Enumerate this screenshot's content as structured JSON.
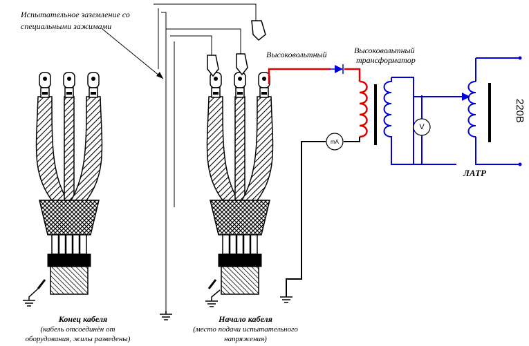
{
  "labels": {
    "grounding_line1": "Испытательное заземление со",
    "grounding_line2": "специальными зажимами",
    "hv_wire": "Высоковольтный",
    "hv_transformer_line1": "Высоковольтный",
    "hv_transformer_line2": "трансформатор",
    "latr": "ЛАТР",
    "mains_voltage": "220В",
    "milliammeter": "mA",
    "voltmeter": "V",
    "cable_end_title": "Конец кабеля",
    "cable_end_line1": "(кабель отсоединён от",
    "cable_end_line2": "оборудования, жилы разведены)",
    "cable_start_title": "Начало кабеля",
    "cable_start_line1": "(место подачи испытательного",
    "cable_start_line2": "напряжения)"
  },
  "colors": {
    "hv_wire": "#e00000",
    "low_voltage_wire": "#0000dd",
    "ground_wire": "#000000"
  }
}
